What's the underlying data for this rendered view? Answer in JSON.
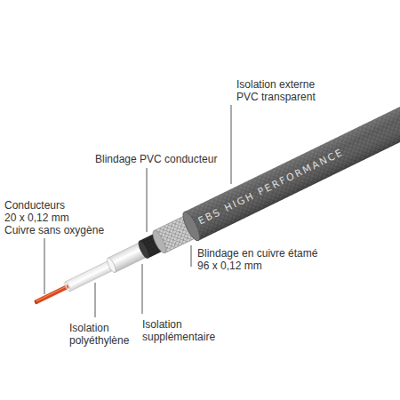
{
  "diagram": {
    "labels": [
      "Isolation externe PVC transparent",
      "Blindage PVC conducteur",
      "Conducteurs 20 x 0,12 mm Cuivre sans oxygène",
      "EBS HIGH PERFORMANCE",
      "Blindage en cuivre étamé 96 x 0,12 mm",
      "Isolation polyéthylène",
      "Isolation supplémentaire"
    ]
  }
}
